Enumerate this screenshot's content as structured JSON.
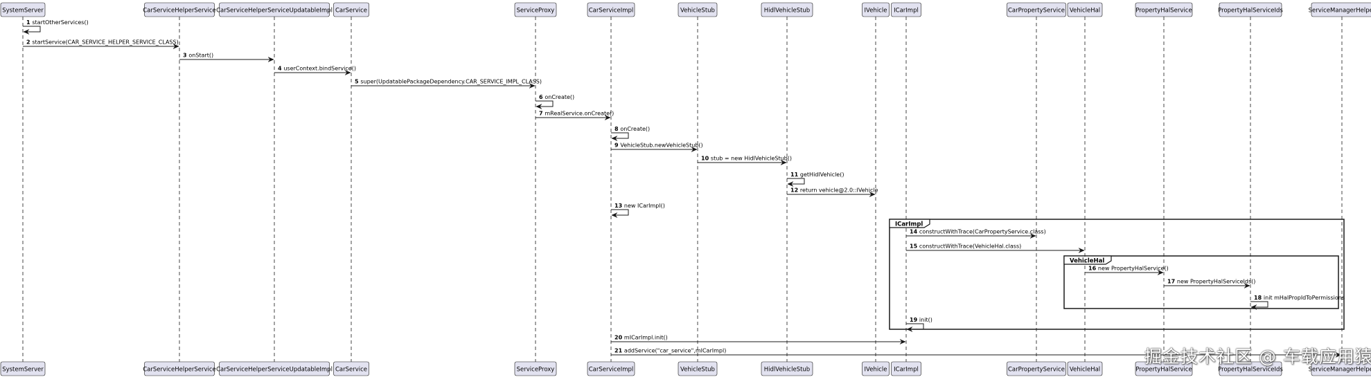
{
  "participants": [
    "SystemServer",
    "CarServiceHelperService",
    "CarServiceHelperServiceUpdatableImpl",
    "CarService",
    "ServiceProxy",
    "CarServiceImpl",
    "VehicleStub",
    "HidlVehicleStub",
    "IVehicle",
    "ICarImpl",
    "CarPropertyService",
    "VehicleHal",
    "PropertyHalService",
    "PropertyHalServiceIds",
    "ServiceManagerHelper"
  ],
  "messages": [
    {
      "num": "1",
      "text": "startOtherServices()"
    },
    {
      "num": "2",
      "text": "startService(CAR_SERVICE_HELPER_SERVICE_CLASS)"
    },
    {
      "num": "3",
      "text": "onStart()"
    },
    {
      "num": "4",
      "text": "userContext.bindService()"
    },
    {
      "num": "5",
      "text": "super(UpdatablePackageDependency.CAR_SERVICE_IMPL_CLASS)"
    },
    {
      "num": "6",
      "text": "onCreate()"
    },
    {
      "num": "7",
      "text": "mRealService.onCreate()"
    },
    {
      "num": "8",
      "text": "onCreate()"
    },
    {
      "num": "9",
      "text": "VehicleStub.newVehicleStub()"
    },
    {
      "num": "10",
      "text": "stub = new HidlVehicleStub()"
    },
    {
      "num": "11",
      "text": "getHidlVehicle()"
    },
    {
      "num": "12",
      "text": "return vehicle@2.0::IVehicle"
    },
    {
      "num": "13",
      "text": "new ICarImpl()"
    },
    {
      "num": "14",
      "text": "constructWithTrace(CarPropertyService.class)"
    },
    {
      "num": "15",
      "text": "constructWithTrace(VehicleHal.class)"
    },
    {
      "num": "16",
      "text": "new PropertyHalService()"
    },
    {
      "num": "17",
      "text": "new PropertyHalServiceIds()"
    },
    {
      "num": "18",
      "text": "init mHalPropIdToPermissions"
    },
    {
      "num": "19",
      "text": "init()"
    },
    {
      "num": "20",
      "text": "mICarImpl.init()"
    },
    {
      "num": "21",
      "text": "addService(\"car_service\",mICarImpl)"
    }
  ],
  "groups": [
    {
      "label": "ICarImpl"
    },
    {
      "label": "VehicleHal"
    }
  ],
  "colors": {
    "participant_fill": "#E2E2F0",
    "participant_border": "#181818",
    "lifeline": "#181818",
    "text": "#000000"
  },
  "watermark": "掘金技术社区 @ 车载应用猿"
}
